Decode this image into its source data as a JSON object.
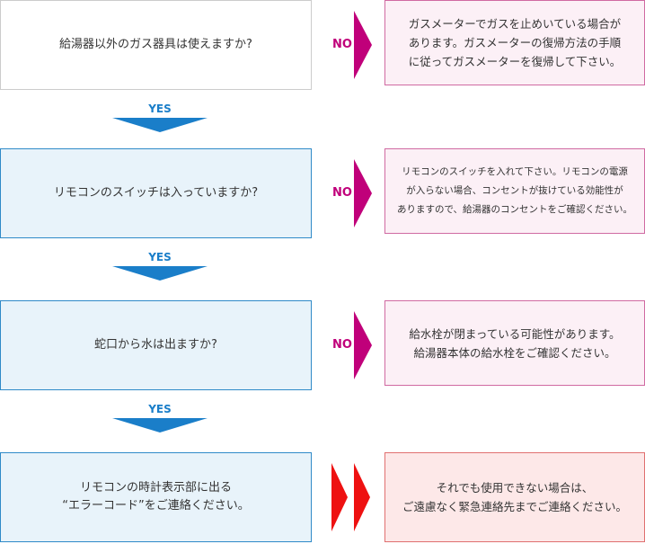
{
  "colors": {
    "yes_blue": "#1a7ec9",
    "no_magenta": "#c0007a",
    "question_border": "#2f8ac8",
    "question_fill": "#e8f3fa",
    "answer_border": "#d06aa2",
    "answer_fill": "#fcf0f6",
    "final_border": "#e07070",
    "final_fill": "#fde8e8",
    "final_arrow": "#ee1111"
  },
  "labels": {
    "yes": "YES",
    "no": "NO"
  },
  "questions": [
    {
      "text": "給湯器以外のガス器具は使えますか?"
    },
    {
      "text": "リモコンのスイッチは入っていますか?"
    },
    {
      "text": "蛇口から水は出ますか?"
    },
    {
      "lines": [
        "リモコンの時計表示部に出る",
        "“エラーコード”をご連絡ください。"
      ]
    }
  ],
  "answers": [
    {
      "lines": [
        "ガスメーターでガスを止めいている場合が",
        "あります。ガスメーターの復帰方法の手順",
        "に従ってガスメーターを復帰して下さい。"
      ]
    },
    {
      "lines": [
        "リモコンのスイッチを入れて下さい。リモコンの電源",
        "が入らない場合、コンセントが抜けている効能性が",
        "ありますので、給湯器のコンセントをご確認ください。"
      ]
    },
    {
      "lines": [
        "給水栓が閉まっている可能性があります。",
        "給湯器本体の給水栓をご確認ください。"
      ]
    },
    {
      "lines": [
        "それでも使用できない場合は、",
        "ご遠慮なく緊急連絡先までご連絡ください。"
      ]
    }
  ]
}
